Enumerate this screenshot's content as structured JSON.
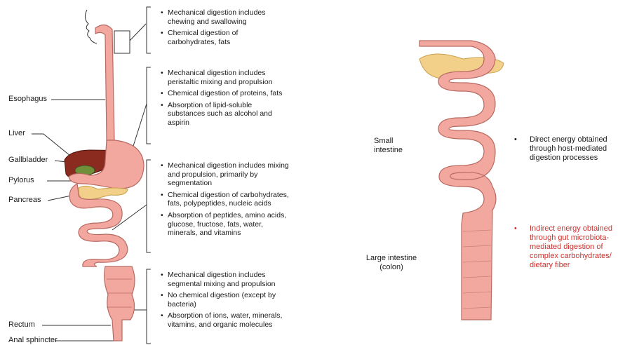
{
  "left_labels": {
    "esophagus": "Esophagus",
    "liver": "Liver",
    "gallbladder": "Gallbladder",
    "pylorus": "Pylorus",
    "pancreas": "Pancreas",
    "rectum": "Rectum",
    "anal_sphincter": "Anal sphincter"
  },
  "mouth_block": [
    "Mechanical digestion includes chewing and swallowing",
    "Chemical digestion of carbohydrates, fats"
  ],
  "stomach_block": [
    "Mechanical digestion includes peristaltic mixing and propulsion",
    "Chemical digestion of proteins, fats",
    "Absorption of lipid-soluble substances such as alcohol and aspirin"
  ],
  "small_intestine_block": [
    "Mechanical digestion includes mixing and propulsion, primarily by segmentation",
    "Chemical digestion of carbohydrates, fats, polypeptides, nucleic acids",
    "Absorption of peptides, amino acids, glucose, fructose, fats, water, minerals, and vitamins"
  ],
  "large_intestine_block": [
    "Mechanical digestion includes segmental mixing and propulsion",
    "No chemical digestion (except by bacteria)",
    "Absorption of ions, water, minerals, vitamins, and organic molecules"
  ],
  "right": {
    "small_intestine_label": "Small intestine",
    "large_intestine_label": "Large intestine (colon)",
    "direct_energy": "Direct energy obtained through host-mediated digestion processes",
    "indirect_energy": "Indirect energy obtained through gut microbiota-mediated digestion of complex carbohydrates/ dietary fiber"
  },
  "colors": {
    "tract_fill": "#f2a89e",
    "tract_stroke": "#b86a62",
    "liver": "#8b2a1e",
    "gallbladder": "#6f8f3a",
    "pancreas": "#f3d08a",
    "red_text": "#d0312d"
  }
}
